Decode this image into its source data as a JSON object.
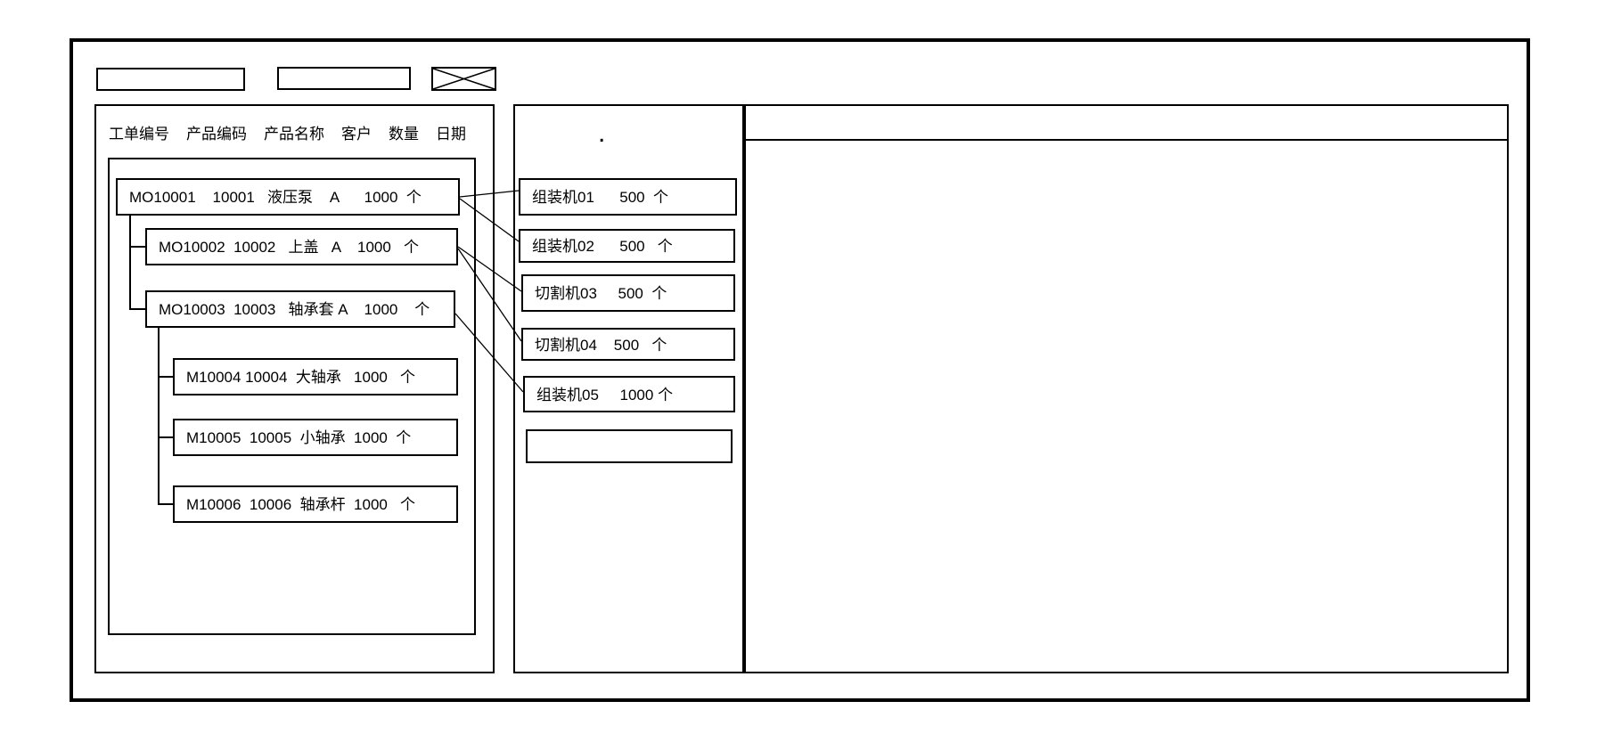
{
  "toolbar": {
    "input_a_value": "",
    "input_b_value": "",
    "image_placeholder": "x-crossed-box"
  },
  "order_panel": {
    "headers": [
      "工单编号",
      "产品编码",
      "产品名称",
      "客户",
      "数量",
      "日期"
    ],
    "orders": [
      {
        "order_no": "MO10001",
        "product_code": "10001",
        "product_name": "液压泵",
        "customer": "A",
        "qty": "1000",
        "unit": "个",
        "level": 0,
        "display": "MO10001    10001   液压泵    A      1000  个"
      },
      {
        "order_no": "MO10002",
        "product_code": "10002",
        "product_name": "上盖",
        "customer": "A",
        "qty": "1000",
        "unit": "个",
        "level": 1,
        "display": "MO10002  10002   上盖   A    1000   个"
      },
      {
        "order_no": "MO10003",
        "product_code": "10003",
        "product_name": "轴承套",
        "customer": "A",
        "qty": "1000",
        "unit": "个",
        "level": 1,
        "display": "MO10003  10003   轴承套 A    1000    个"
      },
      {
        "order_no": "M10004",
        "product_code": "10004",
        "product_name": "大轴承",
        "customer": "",
        "qty": "1000",
        "unit": "个",
        "level": 2,
        "display": "M10004 10004  大轴承   1000   个"
      },
      {
        "order_no": "M10005",
        "product_code": "10005",
        "product_name": "小轴承",
        "customer": "",
        "qty": "1000",
        "unit": "个",
        "level": 2,
        "display": "M10005  10005  小轴承  1000  个"
      },
      {
        "order_no": "M10006",
        "product_code": "10006",
        "product_name": "轴承杆",
        "customer": "",
        "qty": "1000",
        "unit": "个",
        "level": 2,
        "display": "M10006  10006  轴承杆  1000   个"
      }
    ]
  },
  "machine_panel": {
    "stray_mark": ".",
    "machines": [
      {
        "name": "组装机01",
        "qty": "500",
        "unit": "个",
        "display": "组装机01      500  个"
      },
      {
        "name": "组装机02",
        "qty": "500",
        "unit": "个",
        "display": "组装机02      500   个"
      },
      {
        "name": "切割机03",
        "qty": "500",
        "unit": "个",
        "display": "切割机03     500  个"
      },
      {
        "name": "切割机04",
        "qty": "500",
        "unit": "个",
        "display": "切割机04    500   个"
      },
      {
        "name": "组装机05",
        "qty": "1000",
        "unit": "个",
        "display": "组装机05     1000 个"
      },
      {
        "name": "",
        "qty": "",
        "unit": "",
        "display": ""
      }
    ]
  },
  "links": [
    {
      "from": "MO10001",
      "to": "组装机01"
    },
    {
      "from": "MO10001",
      "to": "组装机02"
    },
    {
      "from": "MO10002",
      "to": "切割机03"
    },
    {
      "from": "MO10002",
      "to": "切割机04"
    },
    {
      "from": "MO10003",
      "to": "组装机05"
    }
  ],
  "colors": {
    "line": "#000000",
    "background": "#ffffff"
  }
}
